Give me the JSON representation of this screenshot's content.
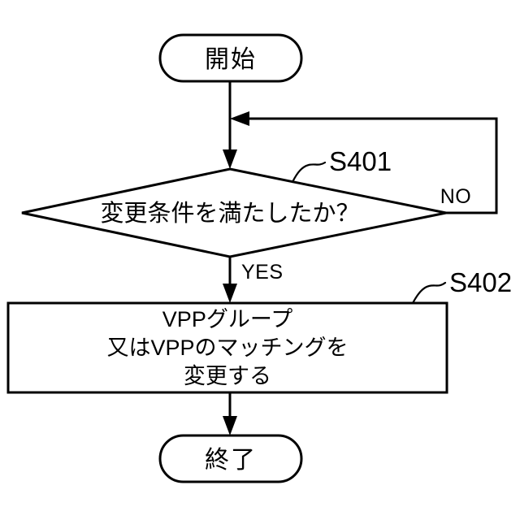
{
  "diagram": {
    "type": "flowchart",
    "language": "ja",
    "nodes": {
      "start": {
        "shape": "terminal",
        "label": "開始"
      },
      "decision": {
        "shape": "diamond",
        "label": "変更条件を満たしたか？",
        "step": "S401"
      },
      "process": {
        "shape": "rectangle",
        "step": "S402",
        "line1": "VPPグループ",
        "line2": "又はVPPのマッチングを",
        "line3": "変更する"
      },
      "end": {
        "shape": "terminal",
        "label": "終了"
      }
    },
    "branches": {
      "yes": "YES",
      "no": "NO"
    },
    "colors": {
      "stroke": "#000000",
      "fill": "#ffffff",
      "text": "#000000"
    }
  }
}
